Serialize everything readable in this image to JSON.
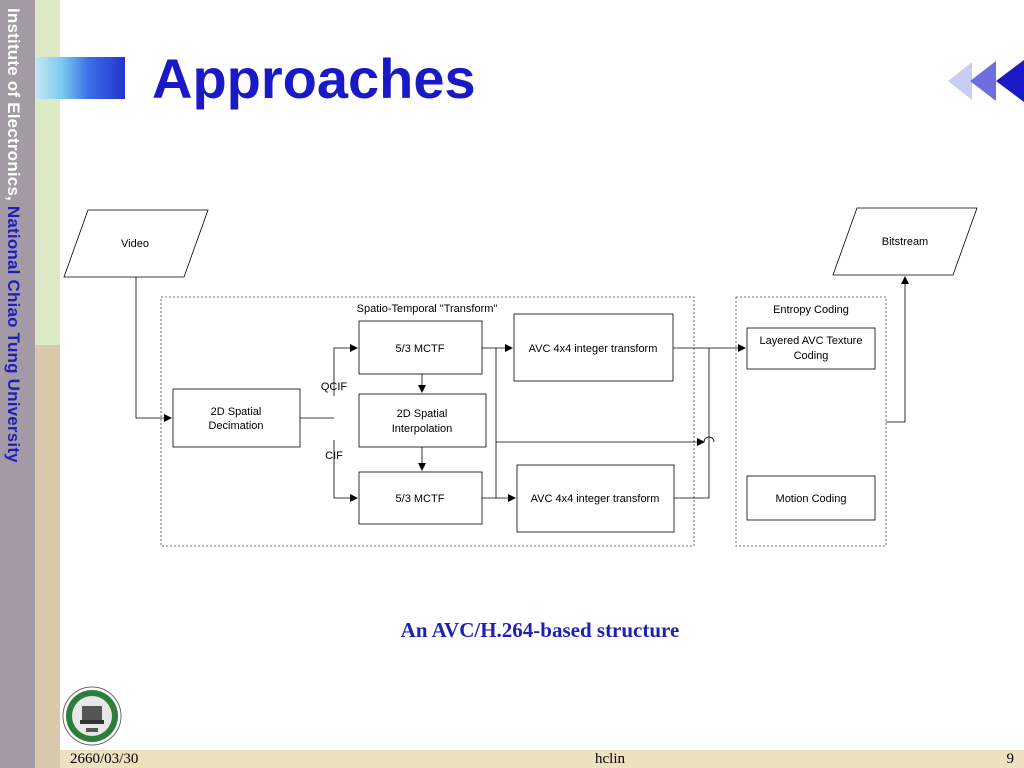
{
  "slide": {
    "title": "Approaches",
    "sidebar_text_1": "Institute of Electronics, ",
    "sidebar_text_2": "National Chiao Tung University",
    "caption": "An AVC/H.264-based structure",
    "footer": {
      "date": "2660/03/30",
      "author": "hclin",
      "page": "9"
    }
  },
  "diagram": {
    "input": "Video",
    "output": "Bitstream",
    "transform_group": "Spatio-Temporal \"Transform\"",
    "entropy_group": "Entropy Coding",
    "decimation": [
      "2D Spatial",
      "Decimation"
    ],
    "interpolation": [
      "2D Spatial",
      "Interpolation"
    ],
    "mctf_top": "5/3 MCTF",
    "mctf_bottom": "5/3 MCTF",
    "avc_top": "AVC 4x4 integer transform",
    "avc_bottom": "AVC 4x4 integer transform",
    "texture_coding": [
      "Layered AVC Texture",
      "Coding"
    ],
    "motion_coding": "Motion Coding",
    "label_qcif": "QCIF",
    "label_cif": "CIF"
  },
  "colors": {
    "title": "#1919c8",
    "sidebar": "#a49aa6",
    "footer": "#ede2c0"
  },
  "icons": {
    "nav": "rewind-triple-triangle-icon",
    "logo": "university-seal-icon"
  }
}
